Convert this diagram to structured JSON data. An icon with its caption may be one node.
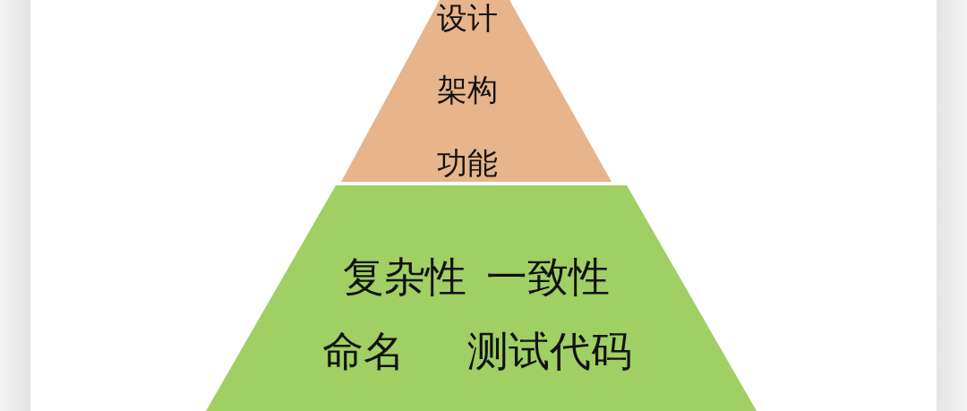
{
  "diagram": {
    "nodes": [
      {
        "text": [
          "设计",
          "架构",
          "功能"
        ]
      },
      {
        "text": [
          "复杂性",
          "一致性",
          "命名",
          "测试代码"
        ]
      }
    ]
  }
}
